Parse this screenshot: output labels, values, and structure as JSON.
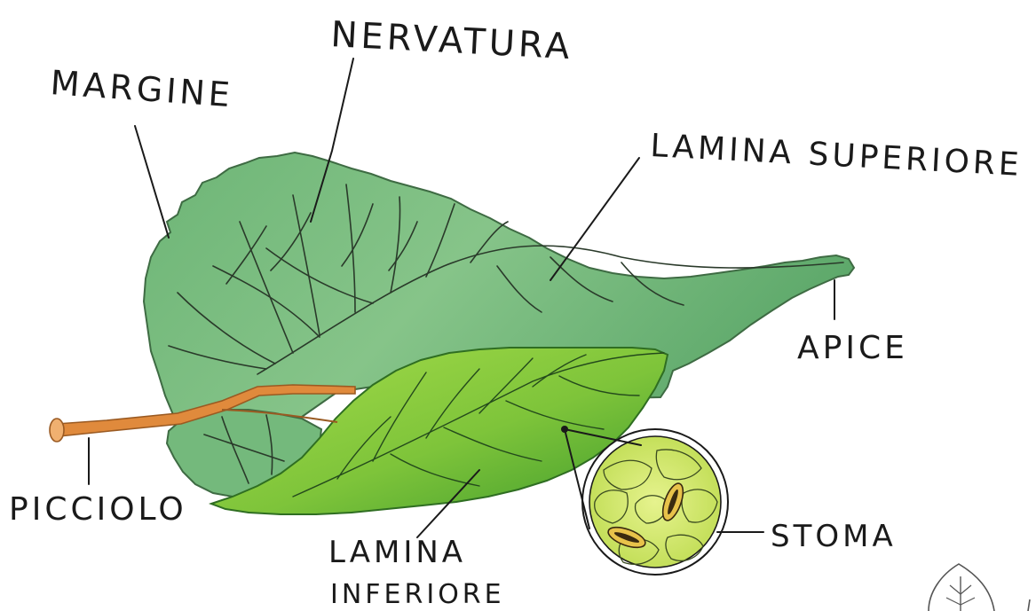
{
  "labels": {
    "nervatura": "NERVATURA",
    "margine": "MARGINE",
    "lamina_superiore": "LAMINA SUPERIORE",
    "apice": "APICE",
    "picciolo": "PICCIOLO",
    "lamina_inferiore_line1": "LAMINA",
    "lamina_inferiore_line2": "INFERIORE",
    "stoma": "STOMA"
  },
  "colors": {
    "upper_leaf": "#7fbf82",
    "upper_leaf_dark": "#4e9a58",
    "lower_leaf": "#8fd03a",
    "lower_leaf_dark": "#3f9a2c",
    "petiole": "#e08a3c",
    "stoma_cells": "#d8ec7a",
    "ink": "#1a1a1a"
  },
  "icons": {
    "corner_logo": "leaf-logo-icon"
  }
}
